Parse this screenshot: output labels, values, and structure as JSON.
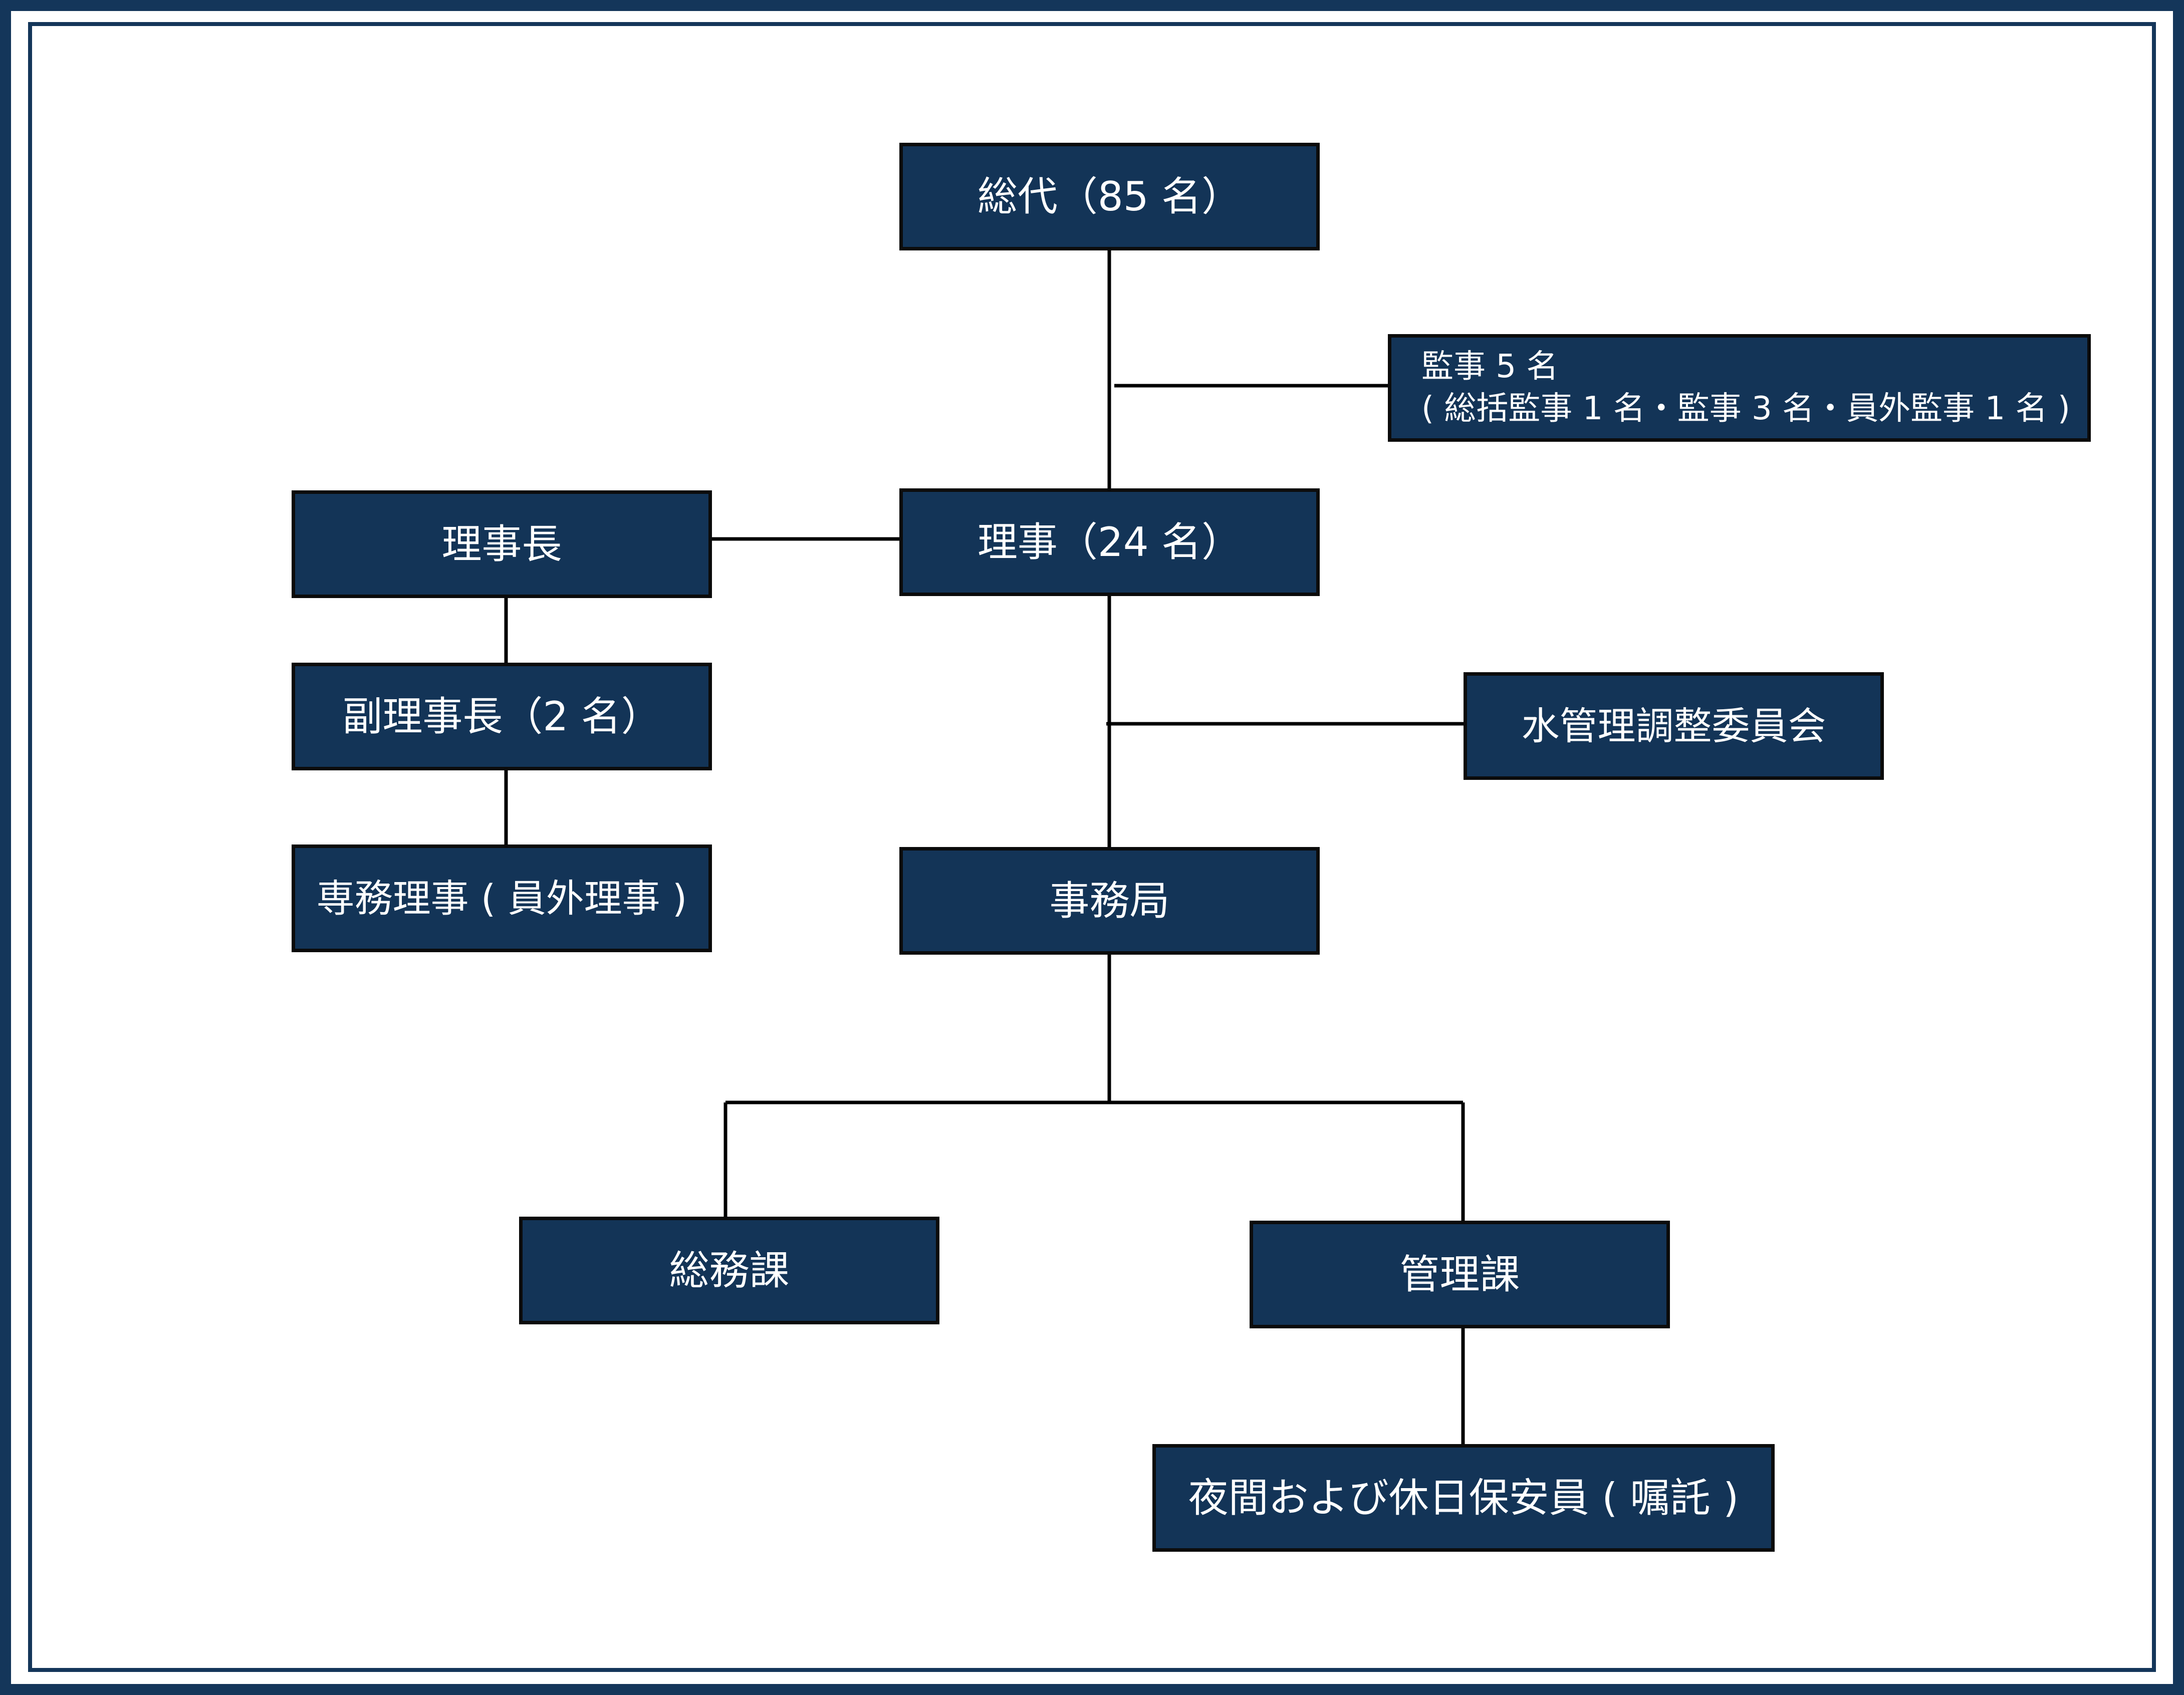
{
  "colors": {
    "node_fill": "#133457",
    "node_border": "#0b0b0b",
    "node_text": "#ffffff",
    "frame": "#14365a",
    "connector": "#000000"
  },
  "nodes": {
    "soudai": "総代（85 名）",
    "kanji_line1": "監事 5 名",
    "kanji_line2": "( 総括監事 1 名・監事 3 名・員外監事 1 名 )",
    "riji": "理事（24 名）",
    "rijicho": "理事長",
    "fuku_rijicho": "副理事長（2 名）",
    "senmu_riji": "専務理事 ( 員外理事 )",
    "mizu_iinkai": "水管理調整委員会",
    "jimukyoku": "事務局",
    "somuka": "総務課",
    "kanrika": "管理課",
    "hoanin": "夜間および休日保安員 ( 嘱託 )"
  }
}
